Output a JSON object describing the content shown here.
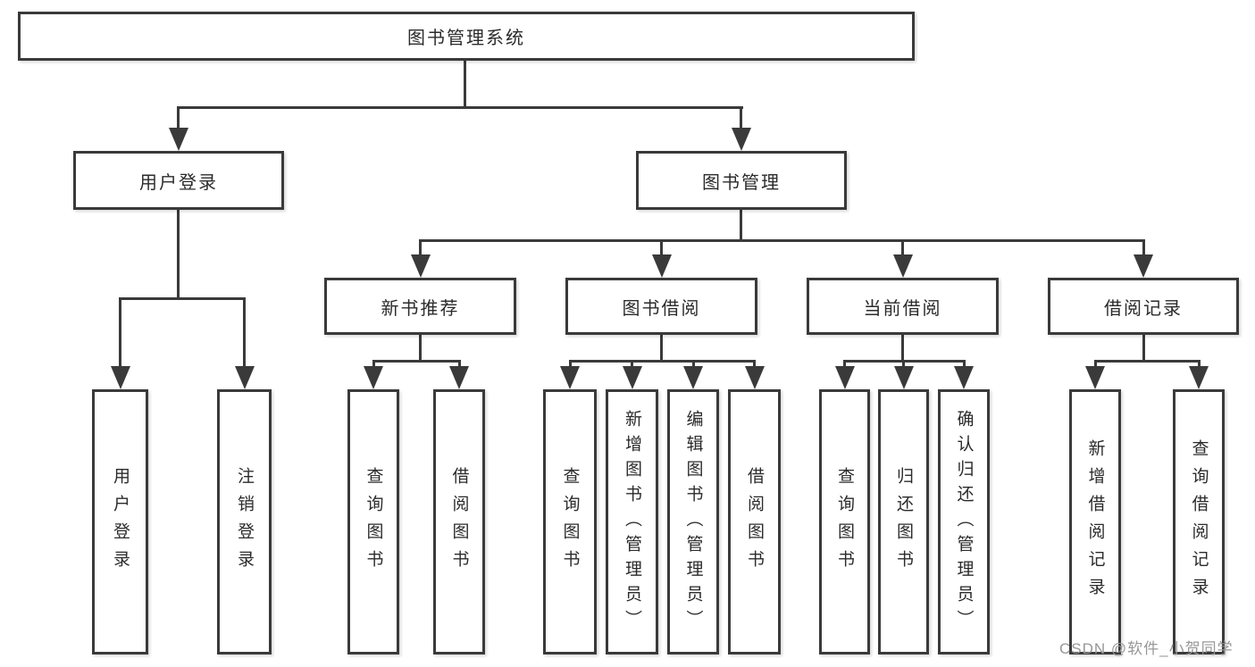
{
  "diagram_type": "functional-structure-tree",
  "nodes": {
    "root": "图书管理系统",
    "user_login": "用户登录",
    "book_management": "图书管理",
    "new_book_recommend": "新书推荐",
    "book_borrowing": "图书借阅",
    "current_borrowing": "当前借阅",
    "borrowing_records": "借阅记录",
    "leaf_user_login": "用户登录",
    "leaf_logout": "注销登录",
    "leaf_rec_query_books": "查询图书",
    "leaf_rec_borrow_books": "借阅图书",
    "leaf_bor_query_books": "查询图书",
    "leaf_bor_add_books_admin": "新增图书（管理员）",
    "leaf_bor_edit_books_admin": "编辑图书（管理员）",
    "leaf_bor_borrow_books": "借阅图书",
    "leaf_cur_query_books": "查询图书",
    "leaf_cur_return_books": "归还图书",
    "leaf_cur_confirm_return_admin": "确认归还（管理员）",
    "leaf_log_add_record": "新增借阅记录",
    "leaf_log_query_record": "查询借阅记录"
  },
  "watermark": "CSDN @软件_小贺同学",
  "colors": {
    "line": "#3a3a3a",
    "text": "#2b2b2b",
    "watermark": "#979797",
    "background": "#ffffff"
  }
}
